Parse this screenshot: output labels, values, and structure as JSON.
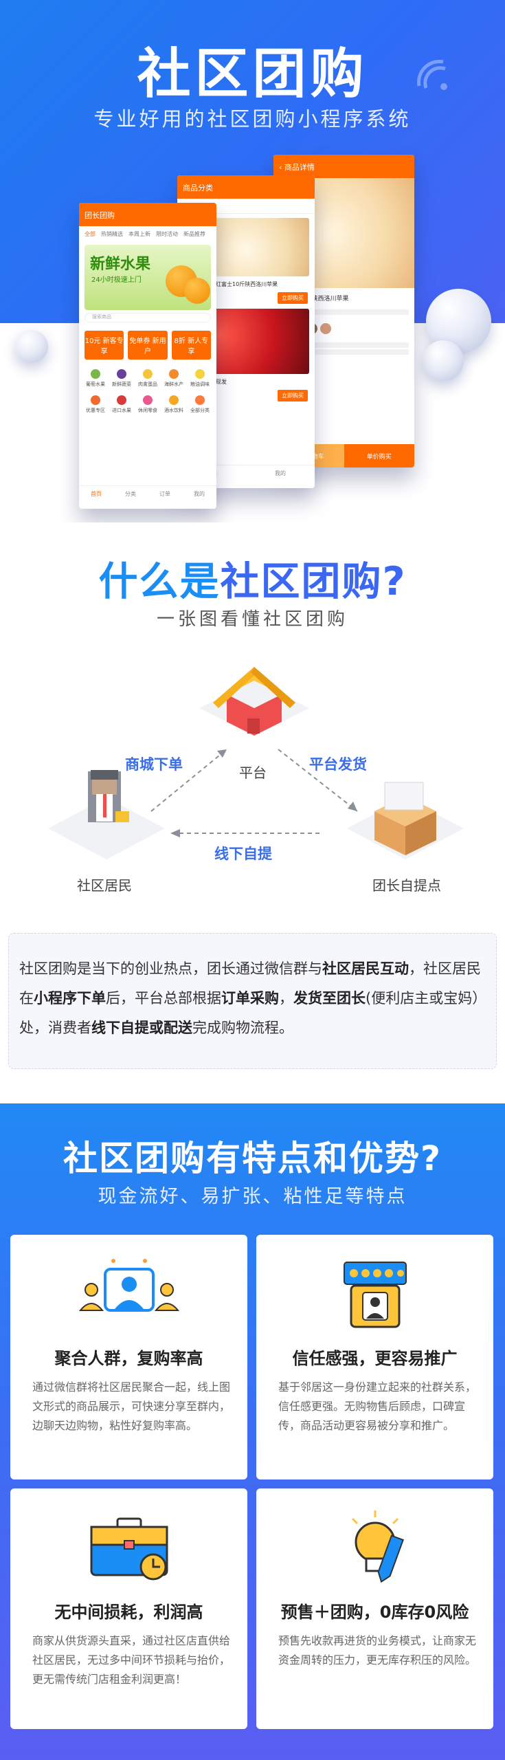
{
  "hero": {
    "title": "社区团购",
    "subtitle": "专业好用的社区团购小程序系统"
  },
  "phones": {
    "home": {
      "title": "团长团购",
      "tabs": [
        "全部",
        "热销精选",
        "本周上新",
        "限时活动",
        "新品推荐"
      ],
      "banner_title": "新鲜水果",
      "banner_sub": "24小时极速上门",
      "search_placeholder": "搜索商品",
      "coupons": [
        "10元\n新客专享",
        "免单券\n新用户",
        "8折\n新人专享"
      ],
      "categories": [
        "葡萄水果",
        "新鲜蔬菜",
        "肉禽蛋品",
        "海鲜水产",
        "粮油调味",
        "优惠专区",
        "进口水果",
        "休闲零食",
        "酒水饮料",
        "全部分类"
      ],
      "nav": [
        "首页",
        "分类",
        "订单",
        "我的"
      ]
    },
    "category": {
      "title": "商品分类",
      "buy_label": "立即购买",
      "product_1": "拒绝冷库苹果红富士10斤陕西洛川苹果",
      "product_2": "新鲜草莓现摘现发"
    },
    "detail": {
      "title": "商品详情",
      "product": "红富士10斤陕西洛川苹果",
      "cart_label": "加入购物车",
      "buy_label": "单价购买"
    }
  },
  "section2": {
    "title_part1": "什么是",
    "title_part2": "社区团购?",
    "subtitle": "一张图看懂社区团购",
    "nodes": {
      "platform": "平台",
      "residents": "社区居民",
      "pickup": "团长自提点"
    },
    "flows": {
      "order": "商城下单",
      "ship": "平台发货",
      "pickup": "线下自提"
    },
    "description": {
      "p1": "社区团购是当下的创业热点，团长通过微信群与",
      "b1": "社区居民互动",
      "p2": "，社区居民在",
      "b2": "小程序下单",
      "p3": "后，平台总部根据",
      "b3": "订单采购",
      "p4": "，",
      "b4": "发货至团长",
      "p5": "(便利店主或宝妈）处，消费者",
      "b5": "线下自提或配送",
      "p6": "完成购物流程。"
    }
  },
  "section3": {
    "title": "社区团购有特点和优势?",
    "subtitle": "现金流好、易扩张、粘性足等特点",
    "cards": [
      {
        "icon": "group-people-icon",
        "title": "聚合人群，复购率高",
        "desc": "通过微信群将社区居民聚合一起，线上图文形式的商品展示，可快速分享至群内，边聊天边购物，粘性好复购率高。"
      },
      {
        "icon": "trust-rating-icon",
        "title": "信任感强，更容易推广",
        "desc": "基于邻居这一身份建立起来的社群关系，信任感更强。无购物售后顾虑，口碑宣传，商品活动更容易被分享和推广。"
      },
      {
        "icon": "briefcase-clock-icon",
        "title": "无中间损耗，利润高",
        "desc": "商家从供货源头直采，通过社区店直供给社区居民，无过多中间环节损耗与抬价，更无需传统门店租金利润更高！"
      },
      {
        "icon": "lightbulb-pencil-icon",
        "title": "预售＋团购，0库存0风险",
        "desc": "预售先收款再进货的业务模式，让商家无资金周转的压力，更无库存积压的风险。"
      }
    ]
  },
  "colors": {
    "blue": "#1f7df0",
    "indigo": "#5a5ef4",
    "orange": "#ff6a00",
    "flow_label": "#3a6ee8"
  }
}
